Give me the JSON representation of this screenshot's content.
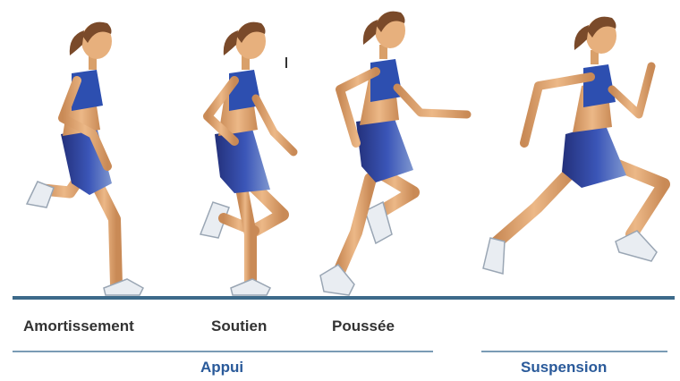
{
  "phase_labels": [
    "Amortissement",
    "Soutien",
    "Poussée"
  ],
  "group_labels": {
    "support": "Appui",
    "flight": "Suspension"
  },
  "colors": {
    "ground_line": "#3d6a8a",
    "group_line": "#7a9bb5",
    "group_text": "#2a5a9a",
    "phase_text": "#333333",
    "skin": "#e7b07d",
    "skin_shade": "#c98a56",
    "hair": "#7a4a2a",
    "top": "#2d4fb0",
    "shorts_dark": "#23307a",
    "shorts_light": "#7f97cf",
    "shoe": "#e9edf2",
    "shoe_shade": "#9aa6b4"
  },
  "figures": [
    {
      "name": "runner-amortissement"
    },
    {
      "name": "runner-soutien"
    },
    {
      "name": "runner-poussee"
    },
    {
      "name": "runner-suspension"
    }
  ]
}
